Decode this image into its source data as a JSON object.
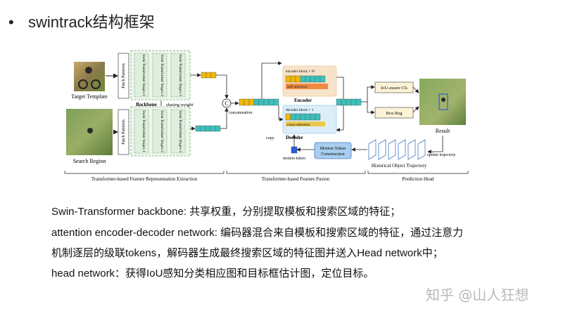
{
  "slide": {
    "bullet": "•",
    "title": "swintrack结构框架"
  },
  "diagram": {
    "target_template": "Target Template",
    "search_region": "Search Region",
    "patch_partition": "Patch Partition",
    "stage1": "Swin Transformer Stages 1",
    "stage2": "Swin Transformer Stages 2",
    "stage3": "Swin Transformer Stages 3",
    "backbone": "Backbone",
    "sharing_weight": "sharing weight",
    "concat_symbol": "C",
    "concatenation": "concatenation",
    "encoder_block": "encoder block × N",
    "self_attention": "self-attention",
    "encoder": "Encoder",
    "decoder_block": "decoder block × 1",
    "cross_attention": "cross-attention",
    "decoder": "Decoder",
    "copy": "copy",
    "motion_token": "motion token",
    "motion_construction_1": "Motion Token",
    "motion_construction_2": "Construction",
    "iou_cls": "IoU-aware Cls",
    "box_reg": "Box Reg",
    "result": "Result",
    "update_trajectory": "update trajectory",
    "historical_trajectory": "Historical Object Trajectory",
    "section1": "Transformer-based Feature Representation Extraction",
    "section2": "Transformer-based Feature Fusion",
    "section3": "Prediction Head"
  },
  "colors": {
    "token_yellow": "#f2b800",
    "token_teal": "#3cc0bc",
    "token_orange": "#ef7a2a",
    "encoder_fill": "#f7e3c9",
    "decoder_fill": "#dceefa",
    "stage_fill": "#dfeedd",
    "motion_fill": "#a8cdee"
  },
  "text": {
    "line1": "Swin-Transformer backbone: 共享权重，分别提取模板和搜索区域的特征；",
    "line2": "attention encoder-decoder network: 编码器混合来自模板和搜索区域的特征，通过注意力",
    "line3": "机制逐层的级联tokens，解码器生成最终搜索区域的特征图并送入Head network中；",
    "line4": "head network：获得IoU感知分类相应图和目标框估计图，定位目标。"
  },
  "watermark": "知乎 @山人狂想"
}
